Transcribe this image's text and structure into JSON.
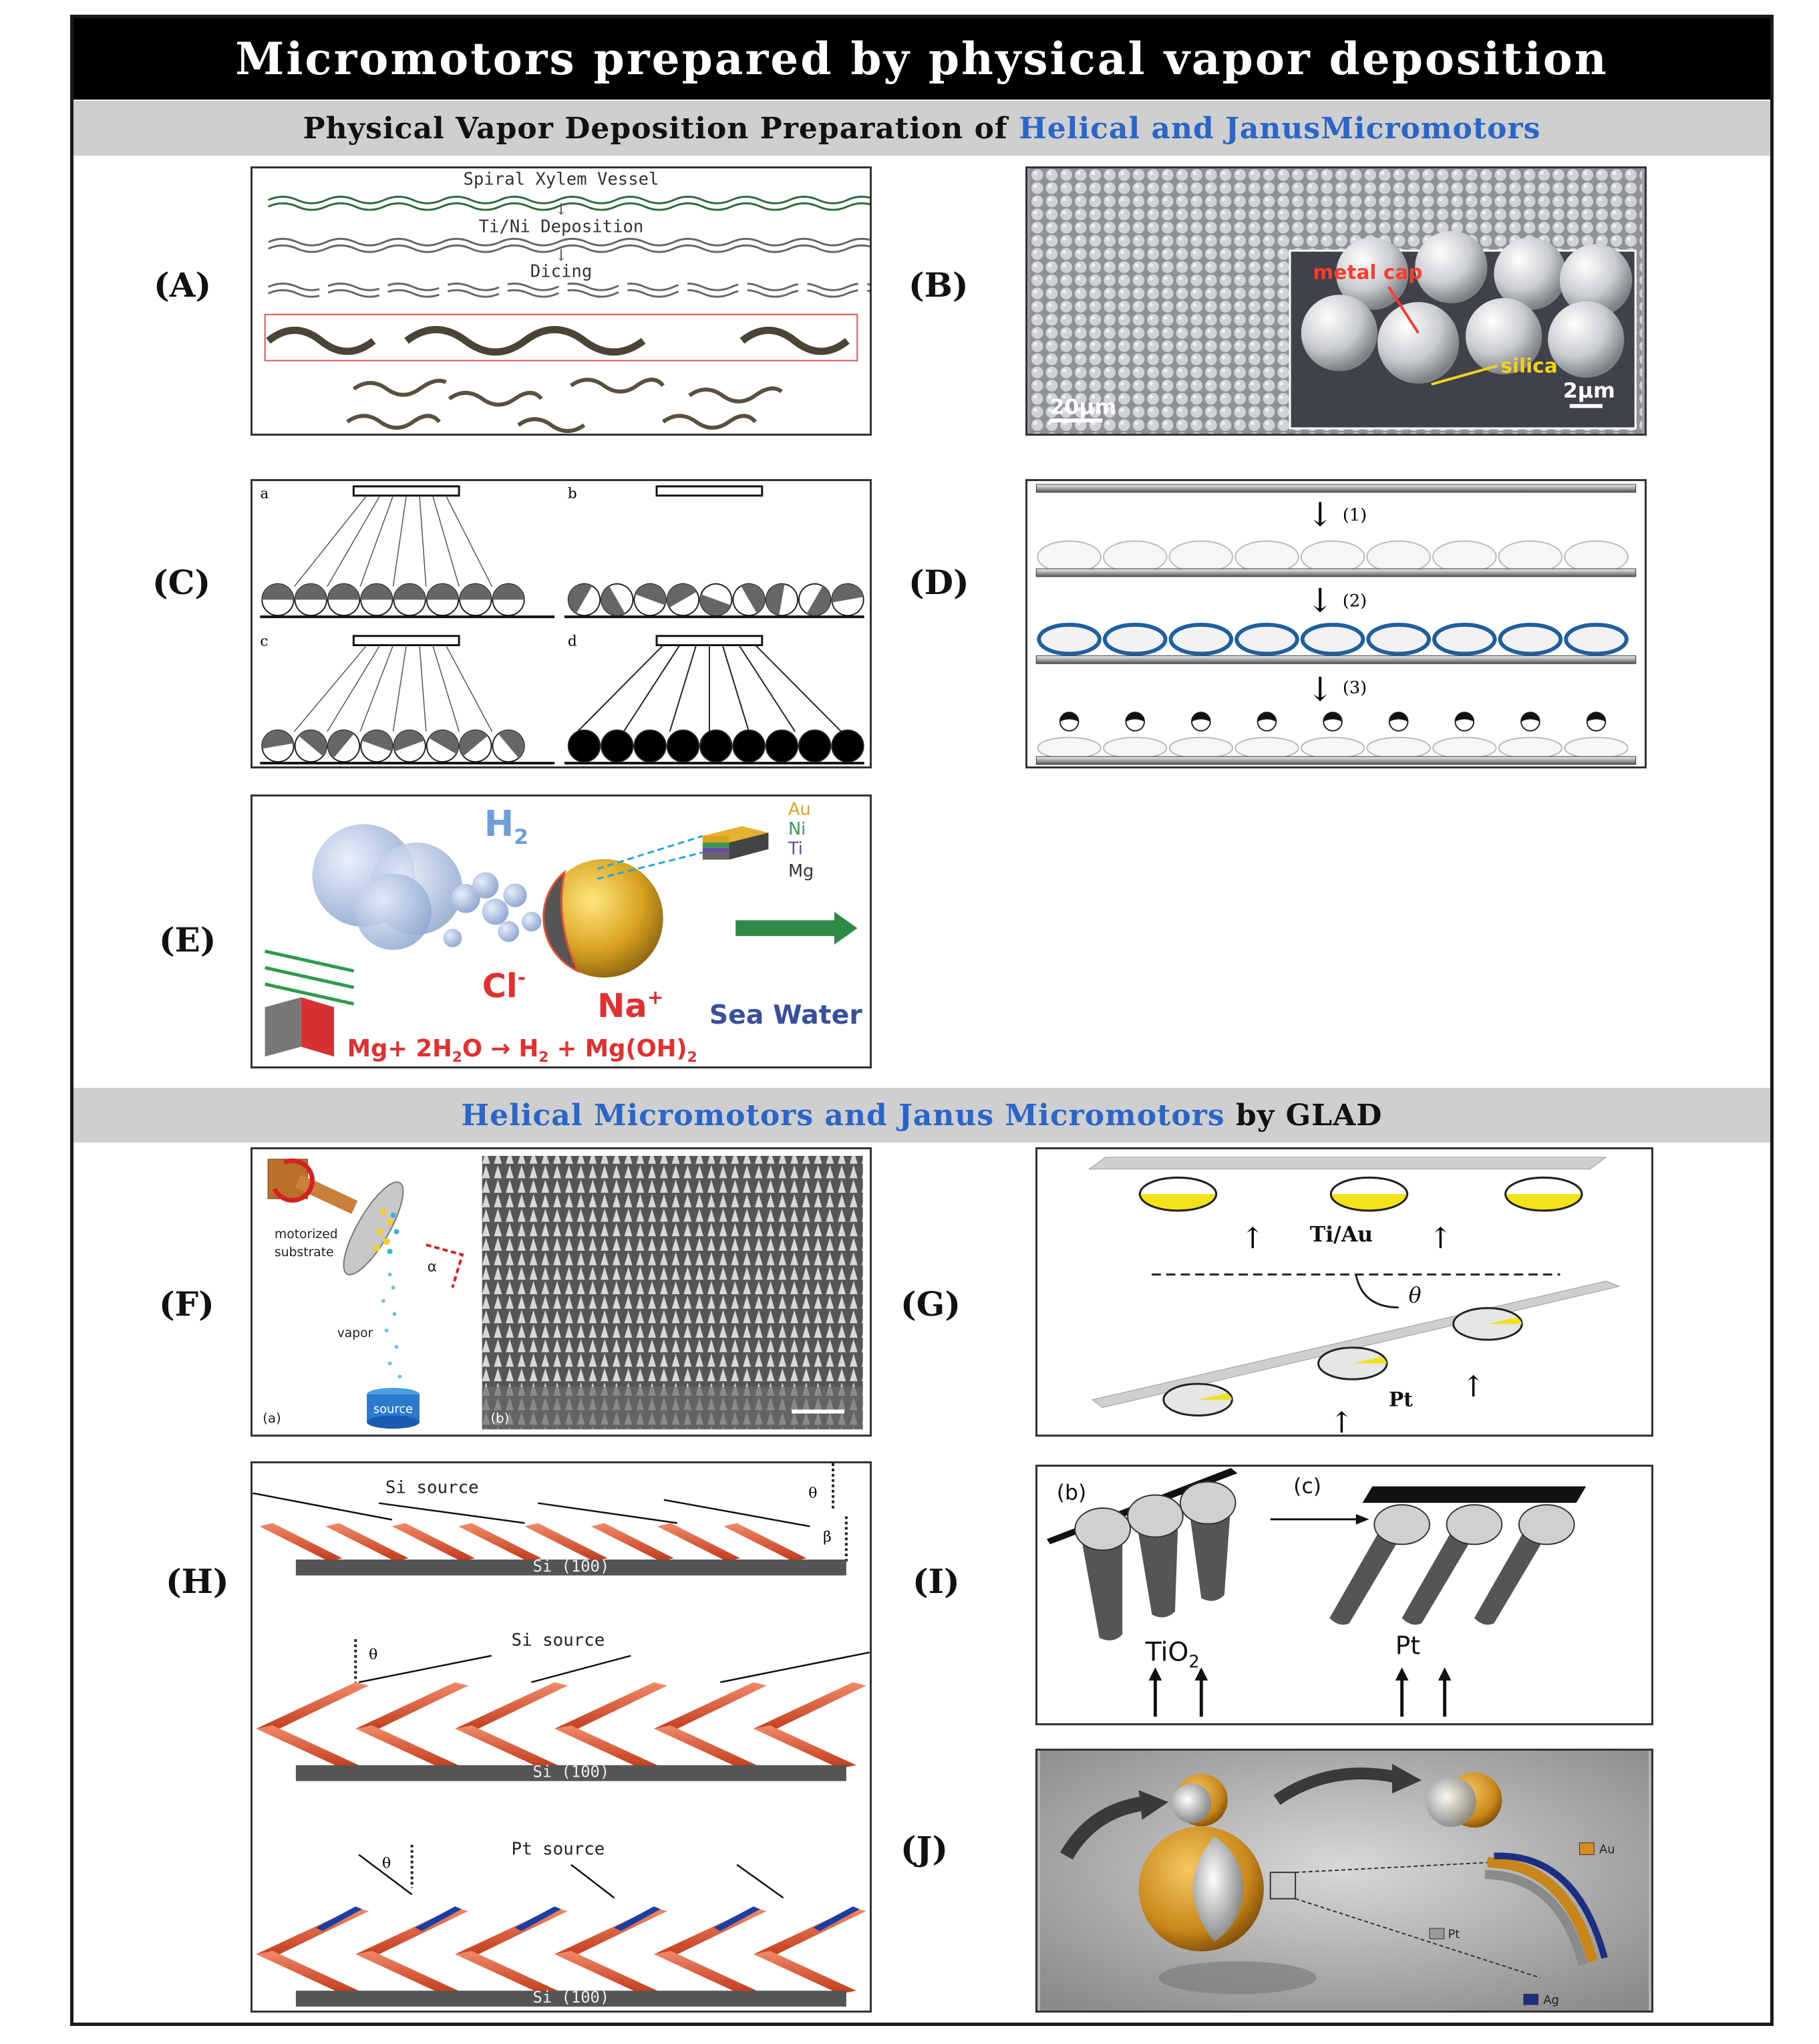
{
  "title": "Micromotors prepared by  physical vapor deposition",
  "section1": {
    "plain": "Physical Vapor Deposition Preparation of ",
    "accent": "Helical and JanusMicromotors"
  },
  "section2": {
    "accent": "Helical Micromotors and Janus Micromotors",
    "plain": " by GLAD"
  },
  "labels": {
    "A": "(A)",
    "B": "(B)",
    "C": "(C)",
    "D": "(D)",
    "E": "(E)",
    "F": "(F)",
    "G": "(G)",
    "H": "(H)",
    "I": "(I)",
    "J": "(J)"
  },
  "panelA": {
    "step1": "Spiral Xylem Vessel",
    "step2": "Ti/Ni Deposition",
    "step3": "Dicing"
  },
  "panelB": {
    "scale_main": "20μm",
    "scale_inset": "2μm",
    "metal_cap": "metal cap",
    "silica": "silica"
  },
  "panelC": {
    "sub": [
      "a",
      "b",
      "c",
      "d"
    ]
  },
  "panelD": {
    "steps": [
      "(1)",
      "(2)",
      "(3)"
    ]
  },
  "panelE": {
    "h2": "H",
    "h2_sub": "2",
    "layers": [
      "Au",
      "Ni",
      "Ti",
      "Mg"
    ],
    "cl": "Cl",
    "cl_sup": "-",
    "na": "Na",
    "na_sup": "+",
    "sea": "Sea Water",
    "eq_a": "Mg+ 2H",
    "eq_sub1": "2",
    "eq_b": "O → H",
    "eq_sub2": "2",
    "eq_c": " + Mg(OH)",
    "eq_sub3": "2"
  },
  "panelF": {
    "motorized": "motorized",
    "substrate": "substrate",
    "alpha": "α",
    "vapor": "vapor",
    "source": "source",
    "sub_a": "(a)",
    "sub_b": "(b)"
  },
  "panelG": {
    "ti_au": "Ti/Au",
    "theta": "θ",
    "pt": "Pt"
  },
  "panelH": {
    "si_source": "Si  source",
    "pt_source": "Pt  source",
    "substrate": "Si (100)",
    "theta": "θ",
    "beta": "β"
  },
  "panelI": {
    "sub_b": "(b)",
    "sub_c": "(c)",
    "tio2": "TiO",
    "tio2_sub": "2",
    "pt": "Pt"
  },
  "panelJ": {
    "au": "Au",
    "pt": "Pt",
    "ag": "Ag"
  },
  "colors": {
    "accent": "#2a66c9",
    "red_label": "#e02020",
    "gold": "#d9a320",
    "helix_red": "#d9452a",
    "helix_blue": "#1b3fa0",
    "yellow_cap": "#f2e21a"
  }
}
